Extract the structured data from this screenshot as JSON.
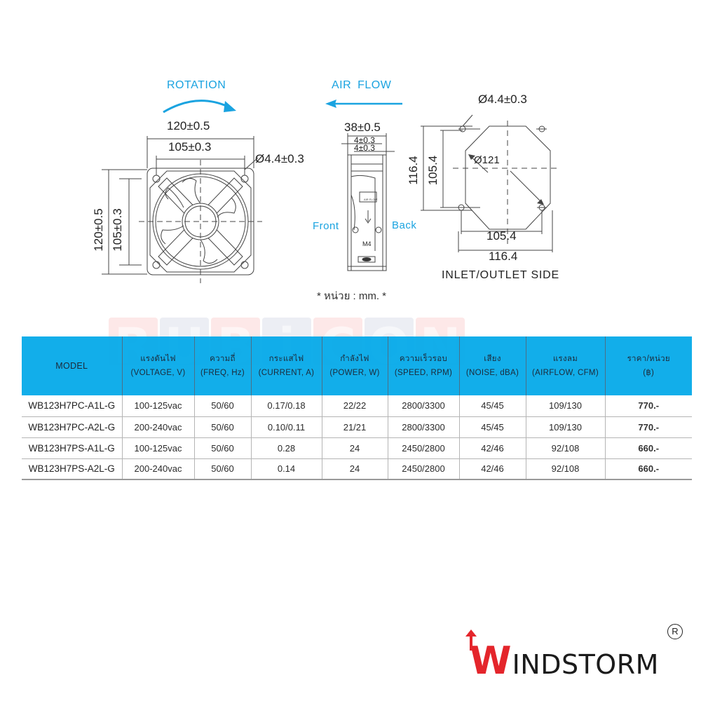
{
  "drawing": {
    "front_view": {
      "rotation_label": "ROTATION",
      "width_outer": "120±0.5",
      "width_holes": "105±0.3",
      "height_outer": "120±0.5",
      "height_holes": "105±0.3",
      "hole_diameter": "Ø4.4±0.3"
    },
    "side_view": {
      "airflow_label": "AIR FLOW",
      "depth": "38±0.5",
      "flange_1": "4±0.3",
      "flange_2": "4±0.3",
      "front_label": "Front",
      "back_label": "Back",
      "screw_label": "M4",
      "body_airflow_text": "AIR FLOW"
    },
    "inlet_outlet_view": {
      "hole_diameter": "Ø4.4±0.3",
      "opening_diameter": "Ø121",
      "height_outer": "116.4",
      "height_holes": "105.4",
      "width_holes": "105.4",
      "width_outer": "116.4",
      "title": "INLET/OUTLET SIDE"
    },
    "unit_note": "* หน่วย : mm. *",
    "accent_color": "#1aa3e0"
  },
  "watermark": {
    "letters": [
      "R",
      "U",
      "B",
      "i",
      "C",
      "O",
      "N"
    ]
  },
  "table": {
    "header_color": "#00a8e8",
    "columns": [
      {
        "thai": "",
        "en": "MODEL"
      },
      {
        "thai": "แรงดันไฟ",
        "en": "(VOLTAGE, V)"
      },
      {
        "thai": "ความถี่",
        "en": "(FREQ, Hz)"
      },
      {
        "thai": "กระแสไฟ",
        "en": "(CURRENT, A)"
      },
      {
        "thai": "กำลังไฟ",
        "en": "(POWER, W)"
      },
      {
        "thai": "ความเร็วรอบ",
        "en": "(SPEED, RPM)"
      },
      {
        "thai": "เสียง",
        "en": "(NOISE, dBA)"
      },
      {
        "thai": "แรงลม",
        "en": "(AIRFLOW, CFM)"
      },
      {
        "thai": "ราคา/หน่วย",
        "en": "(฿)"
      }
    ],
    "rows": [
      [
        "WB123H7PC-A1L-G",
        "100-125vac",
        "50/60",
        "0.17/0.18",
        "22/22",
        "2800/3300",
        "45/45",
        "109/130",
        "770.-"
      ],
      [
        "WB123H7PC-A2L-G",
        "200-240vac",
        "50/60",
        "0.10/0.11",
        "21/21",
        "2800/3300",
        "45/45",
        "109/130",
        "770.-"
      ],
      [
        "WB123H7PS-A1L-G",
        "100-125vac",
        "50/60",
        "0.28",
        "24",
        "2450/2800",
        "42/46",
        "92/108",
        "660.-"
      ],
      [
        "WB123H7PS-A2L-G",
        "200-240vac",
        "50/60",
        "0.14",
        "24",
        "2450/2800",
        "42/46",
        "92/108",
        "660.-"
      ]
    ]
  },
  "logo": {
    "first_letter": "W",
    "rest": "INDSTORM",
    "registered": "R",
    "brand_color": "#e4252b"
  }
}
